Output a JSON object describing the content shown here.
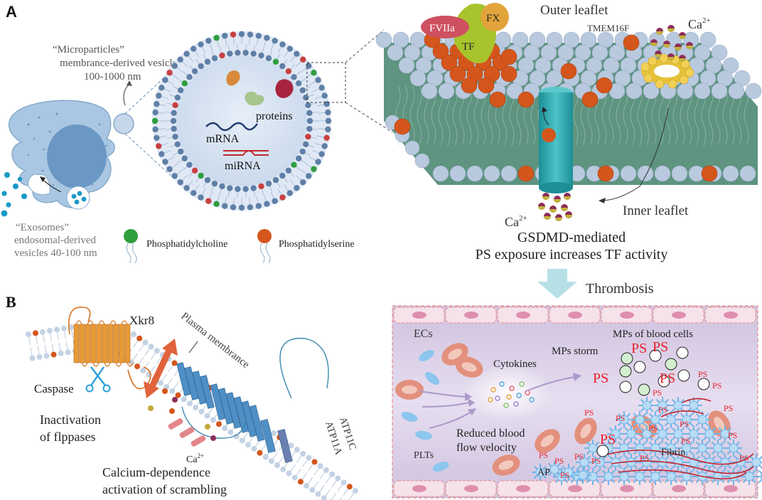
{
  "panel_a": {
    "label": "A",
    "microparticles_title": "“Microparticles”",
    "microparticles_sub": "membrance-derived vesicles",
    "microparticles_size": "100-1000 nm",
    "exosomes_title": "“Exosomes”",
    "exosomes_sub": "endosomal-derived",
    "exosomes_size": "vesicles 40-100 nm",
    "proteins": "proteins",
    "mrna": "mRNA",
    "mirna": "miRNA",
    "legend_pc": "Phosphatidylcholine",
    "legend_ps": "Phosphatidylserine",
    "fviia": "FVIIa",
    "fx": "FX",
    "tf": "TF",
    "outer_leaflet": "Outer leaflet",
    "tmem16f": "TMEM16F",
    "ca_top": "Ca",
    "ca_sup": "2+",
    "inner_leaflet": "Inner leaflet",
    "ca_bottom": "Ca",
    "ca_bottom_sup": "2+",
    "gsdmd_line1": "GSDMD-mediated",
    "gsdmd_line2": "PS exposure increases TF activity",
    "thrombosis": "Thrombosis"
  },
  "panel_b": {
    "label": "B",
    "xkr8": "Xkr8",
    "plasma_membrane": "Plasma membrance",
    "caspase": "Caspase",
    "inactivation_1": "Inactivation",
    "inactivation_2": "of flppases",
    "ca": "Ca",
    "ca_sup": "2+",
    "atp11c": "ATP11C",
    "atp11a": "ATP11A",
    "calcium_1": "Calcium-dependence",
    "calcium_2": "activation of scrambling"
  },
  "vessel": {
    "ecs": "ECs",
    "mps_blood": "MPs of blood cells",
    "mps_storm": "MPs storm",
    "cytokines": "Cytokines",
    "reduced_1": "Reduced blood",
    "reduced_2": "flow velocity",
    "plts": "PLTs",
    "ap": "AP",
    "fibrin": "Fibrin",
    "ps": "PS"
  },
  "colors": {
    "lipid_head": "#b9c9de",
    "membrane_body": "#5e9480",
    "ps_orange": "#d4561c",
    "pc_green": "#2e9e3e",
    "channel_teal": "#2aa8b0",
    "vessel_bg": "#d9cde6",
    "ps_text": "#e8212a",
    "platelet_blue": "#8cc6ee",
    "rbc": "#e3907d"
  }
}
